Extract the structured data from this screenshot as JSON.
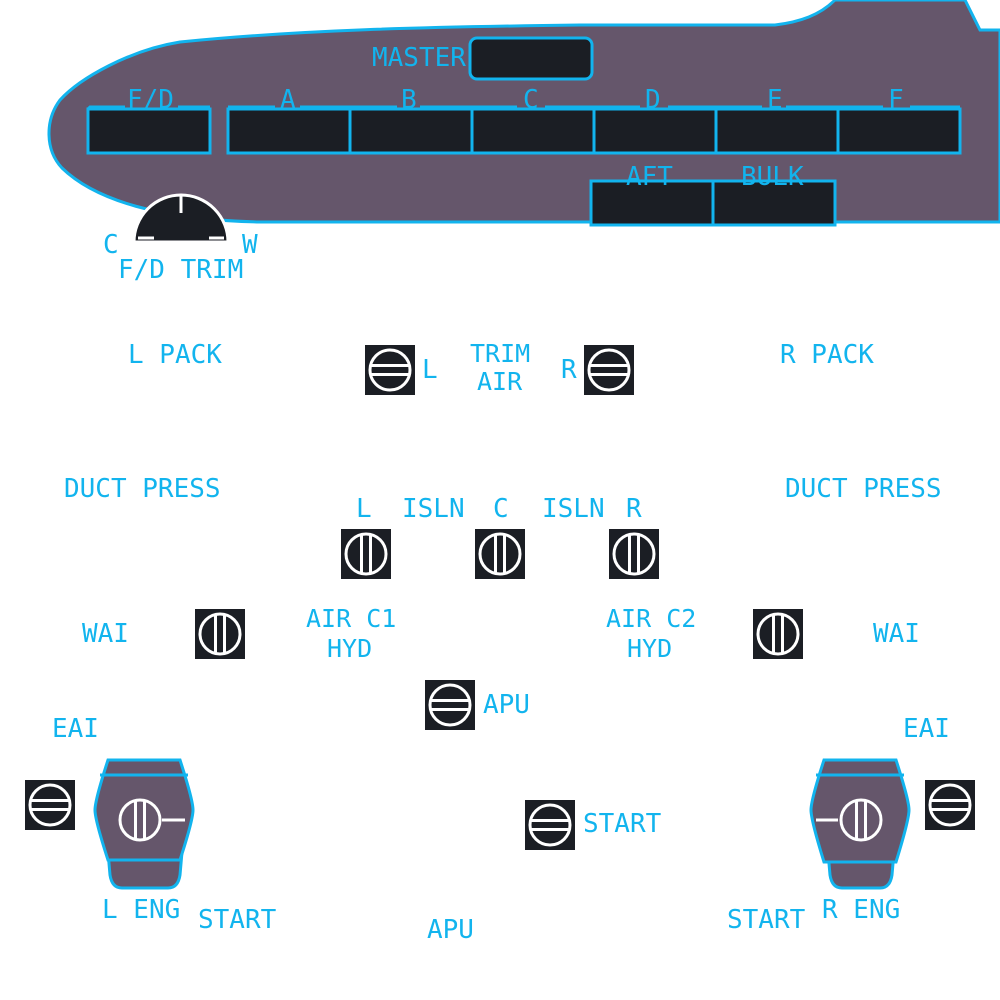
{
  "colors": {
    "background": "#ffffff",
    "label": "#12b4ee",
    "fuselage": "#65566b",
    "box": "#1b1e24",
    "valve_flow": "#ffffff"
  },
  "zones": {
    "master": "MASTER",
    "fd": "F/D",
    "a": "A",
    "b": "B",
    "c": "C",
    "d": "D",
    "e": "E",
    "f": "F",
    "aft": "AFT",
    "bulk": "BULK"
  },
  "fd_trim": {
    "cold": "C",
    "warm": "W",
    "label": "F/D TRIM",
    "position": 0.5
  },
  "packs": {
    "left": "L PACK",
    "right": "R PACK"
  },
  "trim_air": {
    "line1": "TRIM",
    "line2": "AIR",
    "left": "L",
    "right": "R"
  },
  "duct_press": {
    "left": "DUCT PRESS",
    "right": "DUCT PRESS"
  },
  "isolation": {
    "left": "L",
    "isln_1": "ISLN",
    "center": "C",
    "isln_2": "ISLN",
    "right": "R"
  },
  "wai": {
    "left": "WAI",
    "right": "WAI"
  },
  "air_hyd": {
    "c1_line1": "AIR C1",
    "c1_line2": "HYD",
    "c2_line1": "AIR C2",
    "c2_line2": "HYD"
  },
  "apu_valve_label": "APU",
  "eai": {
    "left": "EAI",
    "right": "EAI"
  },
  "engines": {
    "left": "L ENG",
    "right": "R ENG",
    "left_start": "START",
    "right_start": "START"
  },
  "apu_start_label": "START",
  "apu_label": "APU",
  "valves": {
    "trim_air_left": "closed",
    "trim_air_right": "closed",
    "isln_left": "open",
    "isln_center": "open",
    "isln_right": "open",
    "wai_left": "open",
    "wai_right": "open",
    "apu_bleed": "closed",
    "eai_left": "closed",
    "eai_right": "closed",
    "apu_start": "closed",
    "eng_left": "open",
    "eng_right": "open"
  }
}
